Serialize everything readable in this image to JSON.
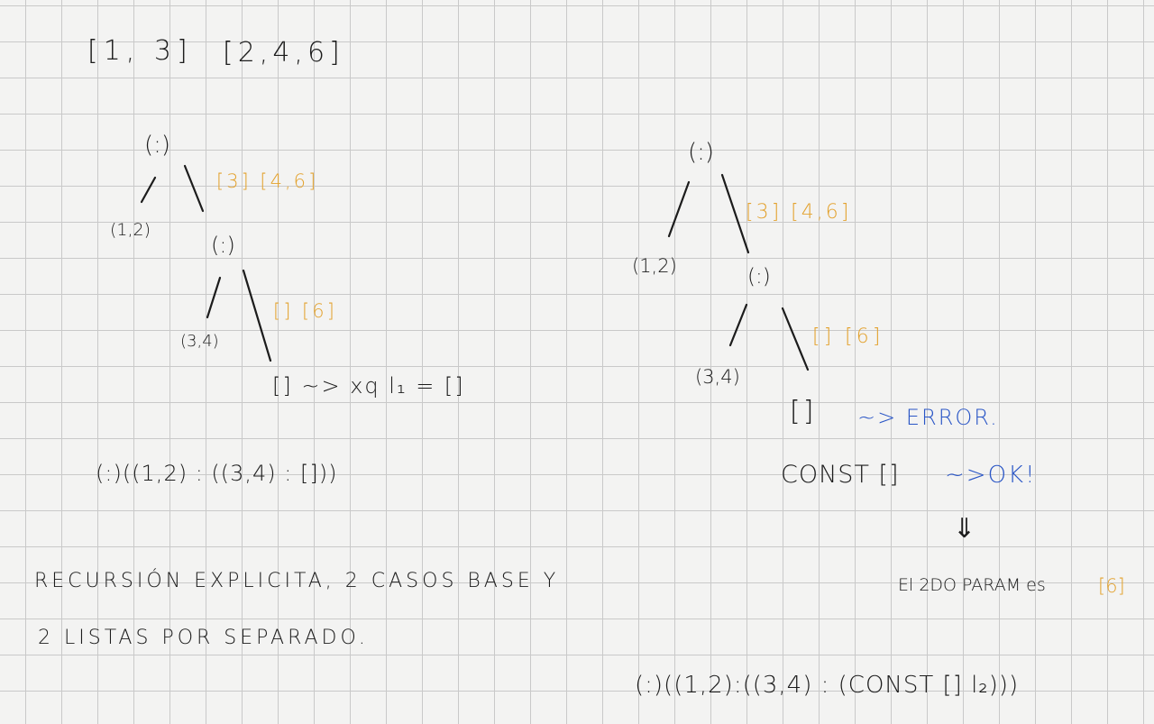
{
  "header": {
    "list_a": "[1, 3]",
    "list_b": "[2,4,6]"
  },
  "left_tree": {
    "root": "(:)",
    "root_pending": "[3] [4,6]",
    "left_leaf": "(1,2)",
    "mid_node": "(:)",
    "mid_pending": "[] [6]",
    "mid_leaf": "(3,4)",
    "base_case": "[] ~> xq l₁ = []",
    "result": "(:)((1,2) : ((3,4) : []))"
  },
  "right_tree": {
    "root": "(:)",
    "root_pending": "[3] [4,6]",
    "left_leaf": "(1,2)",
    "mid_node": "(:)",
    "mid_pending": "[] [6]",
    "mid_leaf": "(3,4)",
    "base_case": "[]",
    "error_note": "~> ERROR.",
    "const_expr": "CONST []",
    "ok_note": "~>OK!",
    "arrow": "⇓",
    "param_note": "El 2DO PARAM es",
    "param_value": "[6]",
    "result": "(:)((1,2):((3,4) : (CONST [] l₂)))"
  },
  "notes": {
    "line1": "RECURSIÓN EXPLICITA, 2 CASOS BASE Y",
    "line2": "2 LISTAS POR SEPARADO."
  },
  "colors": {
    "ink": "#1c1c1c",
    "orange": "#e3a22e",
    "blue": "#2a56c6",
    "grid": "#c9c9c9",
    "paper": "#f3f3f2"
  }
}
